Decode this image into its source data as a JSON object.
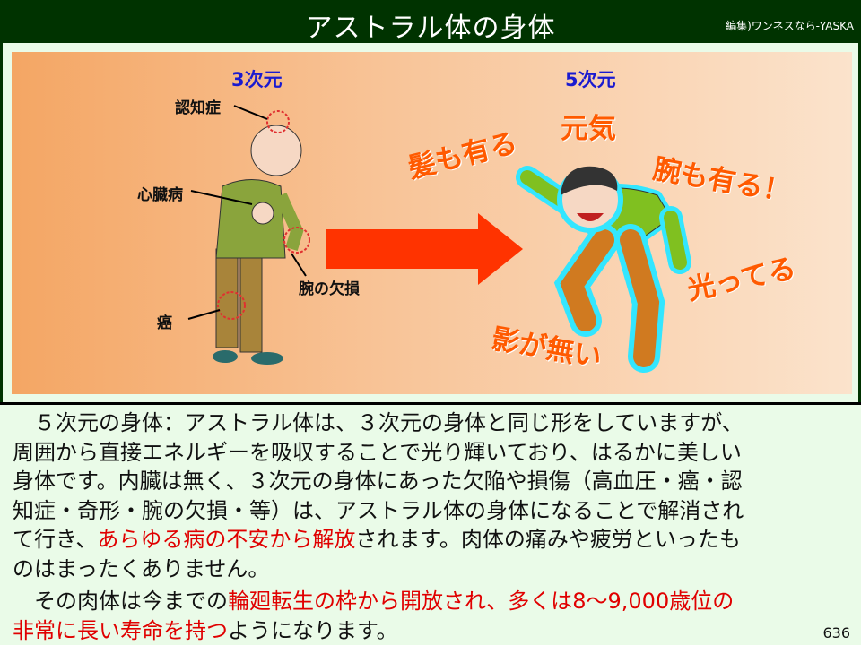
{
  "header": {
    "title": "アストラル体の身体",
    "credit": "編集)ワンネスなら-YASKA"
  },
  "illustration": {
    "left_label": "3次元",
    "right_label": "5次元",
    "ailments": [
      "認知症",
      "心臓病",
      "腕の欠損",
      "癌"
    ],
    "benefits": [
      "髪も有る",
      "元気",
      "腕も有る！",
      "光ってる",
      "影が無い"
    ],
    "colors": {
      "dimension": "#1a1ad0",
      "benefit": "#ff5a00",
      "arrow": "#ff3300",
      "glow": "#33e6ff"
    }
  },
  "body": {
    "lines": [
      [
        "　５次元の身体：アストラル体は、３次元の身体と同じ形をしていますが、"
      ],
      [
        "周囲から直接エネルギーを吸収することで光り輝いており、はるかに美しい"
      ],
      [
        "身体です。内臓は無く、３次元の身体にあった欠陥や損傷（高血圧・癌・認"
      ],
      [
        "知症・奇形・腕の欠損・等）は、アストラル体の身体になることで解消され"
      ],
      [
        "て行き、",
        "あらゆる病の不安から解放",
        "されます。肉体の痛みや疲労といったも"
      ],
      [
        "のはまったくありません。"
      ],
      [
        "　その肉体は今までの",
        "輪廻転生の枠から開放され、多くは8～9,000歳位の"
      ],
      [
        "非常に長い寿命を持つ",
        "ようになります。"
      ]
    ],
    "highlight_color": "#e00000"
  },
  "footer": {
    "page_number": "636"
  }
}
